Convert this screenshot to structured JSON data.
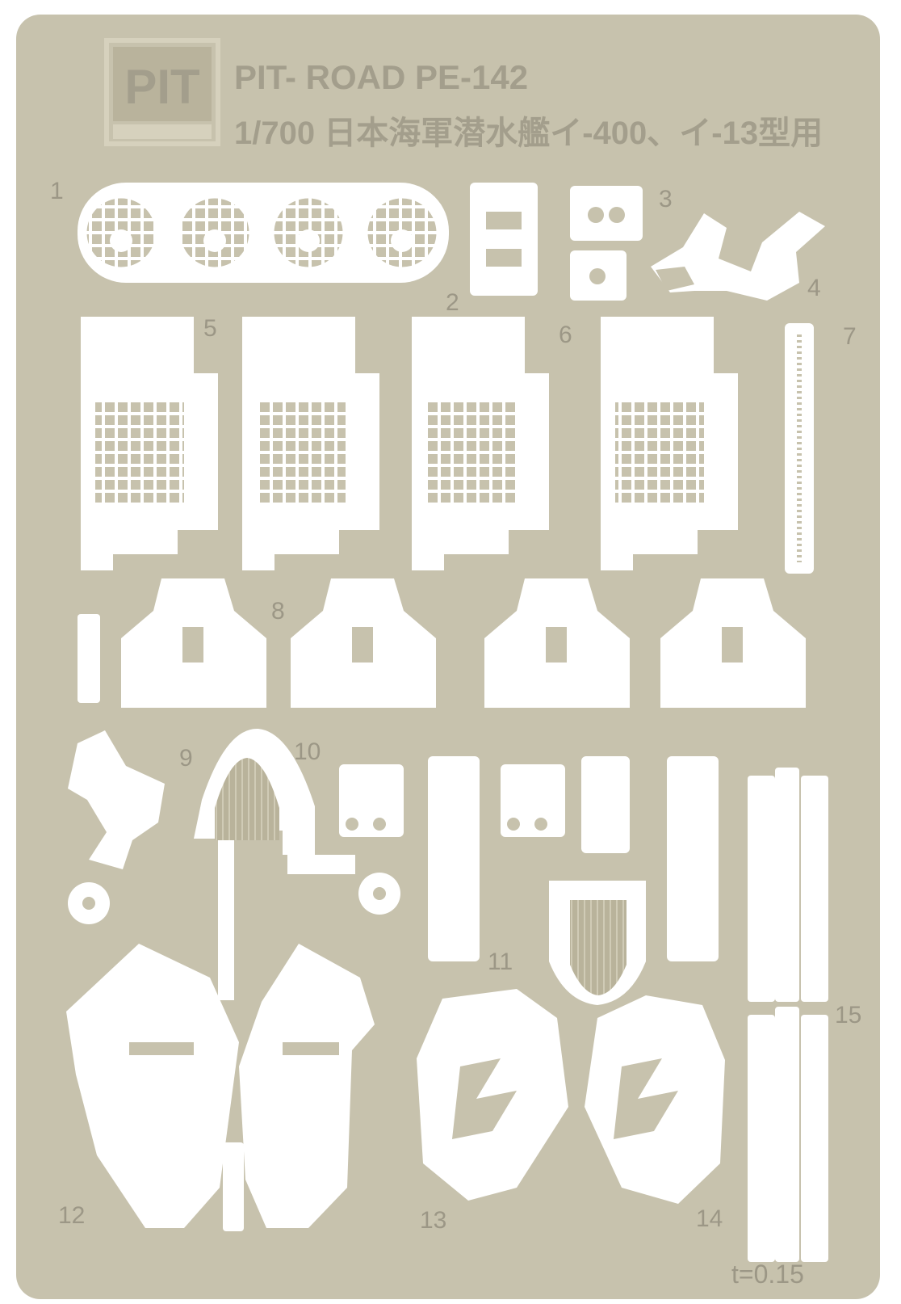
{
  "fret": {
    "title_line1": "PIT- ROAD PE-142",
    "title_line2": "1/700 日本海軍潜水艦イ-400、イ-13型用",
    "thickness": "t=0.15",
    "logo_text": "PIT",
    "part_numbers": [
      "1",
      "2",
      "3",
      "4",
      "5",
      "6",
      "7",
      "8",
      "9",
      "10",
      "11",
      "12",
      "13",
      "14",
      "15"
    ]
  },
  "colors": {
    "brass": "#c7c2ad",
    "etched": "#ffffff",
    "label": "#9c9786",
    "background": "#ffffff"
  }
}
